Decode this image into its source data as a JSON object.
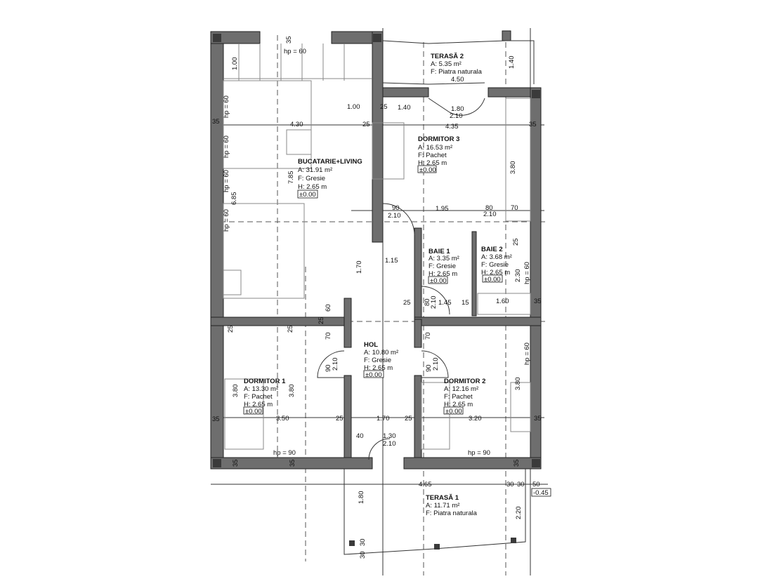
{
  "rooms": {
    "living": {
      "name": "BUCATARIE+LIVING",
      "area": "A: 31.91 m²",
      "floor": "F: Gresie",
      "height": "H: 2.65 m",
      "level": "±0.00"
    },
    "dormitor3": {
      "name": "DORMITOR 3",
      "area": "A: 16.53 m²",
      "floor": "F: Pachet",
      "height": "H: 2.65 m",
      "level": "±0.00"
    },
    "terasa2": {
      "name": "TERASĂ 2",
      "area": "A: 5.35 m²",
      "floor": "F: Piatra naturala"
    },
    "baie1": {
      "name": "BAIE 1",
      "area": "A: 3.35 m²",
      "floor": "F: Gresie",
      "height": "H: 2.65 m",
      "level": "±0.00"
    },
    "baie2": {
      "name": "BAIE 2",
      "area": "A: 3.68 m²",
      "floor": "F: Gresie",
      "height": "H: 2.65 m",
      "level": "±0.00"
    },
    "hol": {
      "name": "HOL",
      "area": "A: 10.80 m²",
      "floor": "F: Gresie",
      "height": "H: 2.65 m",
      "level": "±0.00"
    },
    "dormitor1": {
      "name": "DORMITOR 1",
      "area": "A: 13.30 m²",
      "floor": "F: Pachet",
      "height": "H: 2.65 m",
      "level": "±0.00"
    },
    "dormitor2": {
      "name": "DORMITOR 2",
      "area": "A: 12.16 m²",
      "floor": "F: Pachet",
      "height": "H: 2.65 m",
      "level": "±0.00"
    },
    "terasa1": {
      "name": "TERASĂ 1",
      "area": "A: 11.71 m²",
      "floor": "F: Piatra naturala"
    }
  },
  "exterior_level": "-0.45",
  "dims": [
    "35",
    "hp = 60",
    "1.00",
    "4.50",
    "1.40",
    "1.00",
    "25",
    "1.40",
    "1.80",
    "2.10",
    "4.30",
    "25",
    "4.35",
    "35",
    "35",
    "3.80",
    "7.85",
    "6.85",
    "90",
    "2.10",
    "1.95",
    "80",
    "2.10",
    "70",
    "1.15",
    "1.70",
    "25",
    "80",
    "2.10",
    "1.45",
    "15",
    "1.60",
    "35",
    "2.30",
    "25",
    "60",
    "25",
    "25",
    "25",
    "70",
    "90",
    "2.10",
    "70",
    "90",
    "2.10",
    "3.80",
    "3.80",
    "3.80",
    "35",
    "3.50",
    "25",
    "1.70",
    "25",
    "3.20",
    "35",
    "40",
    "1.30",
    "2.10",
    "hp = 90",
    "hp = 90",
    "35",
    "35",
    "35",
    "4.65",
    "30",
    "30",
    "50",
    "1.80",
    "2.20",
    "30",
    "30",
    "hp = 60",
    "hp = 60",
    "hp = 60",
    "hp = 60",
    "hp = 60",
    "hp = 60"
  ]
}
